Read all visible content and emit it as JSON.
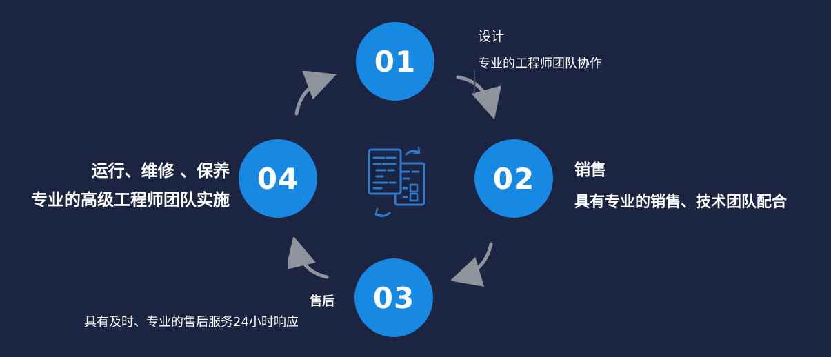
{
  "diagram": {
    "type": "circular-process",
    "background_color": "#1b2440",
    "circle_color": "#1789e3",
    "arrow_color": "#8e939c",
    "icon_color": "#2d7bcf",
    "text_color": "#ffffff",
    "center_icon": "document-transfer-icon",
    "steps": [
      {
        "number": "01",
        "title": "设计",
        "desc": "专业的工程师团队协作"
      },
      {
        "number": "02",
        "title": "销售",
        "desc": "具有专业的销售、技术团队配合"
      },
      {
        "number": "03",
        "title": "售后",
        "desc": "具有及时、专业的售后服务24小时响应"
      },
      {
        "number": "04",
        "title": "运行、维修 、保养",
        "desc": "专业的高级工程师团队实施"
      }
    ],
    "flow": [
      "01→02",
      "02→03",
      "03→04",
      "04→01"
    ]
  }
}
